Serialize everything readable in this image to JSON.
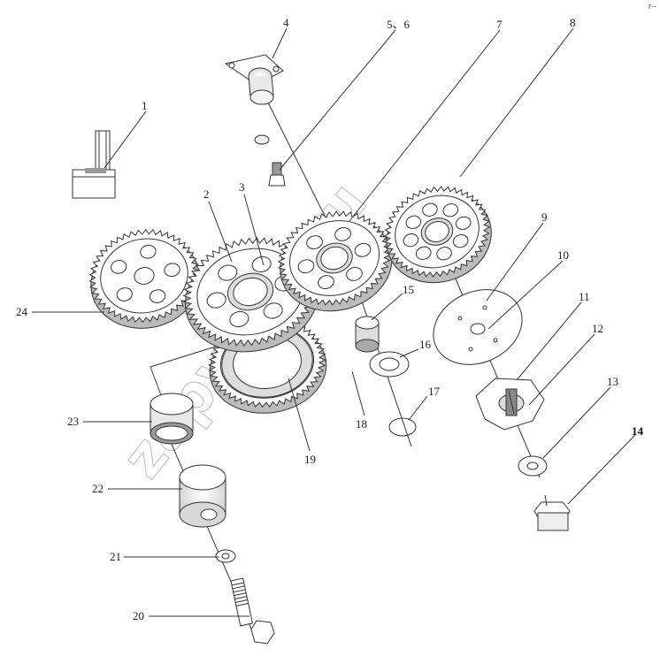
{
  "diagram": {
    "watermark": "zapvalm.ru",
    "corner_mark": "r--",
    "callouts": [
      "1",
      "2",
      "3",
      "4",
      "5、6",
      "7",
      "8",
      "9",
      "10",
      "11",
      "12",
      "13",
      "14",
      "15",
      "16",
      "17",
      "18",
      "19",
      "20",
      "21",
      "22",
      "23",
      "24"
    ],
    "colors": {
      "line": "#333333",
      "fill": "#ffffff",
      "shade": "#bbbbbb",
      "watermark": "#c8c8c8"
    }
  }
}
